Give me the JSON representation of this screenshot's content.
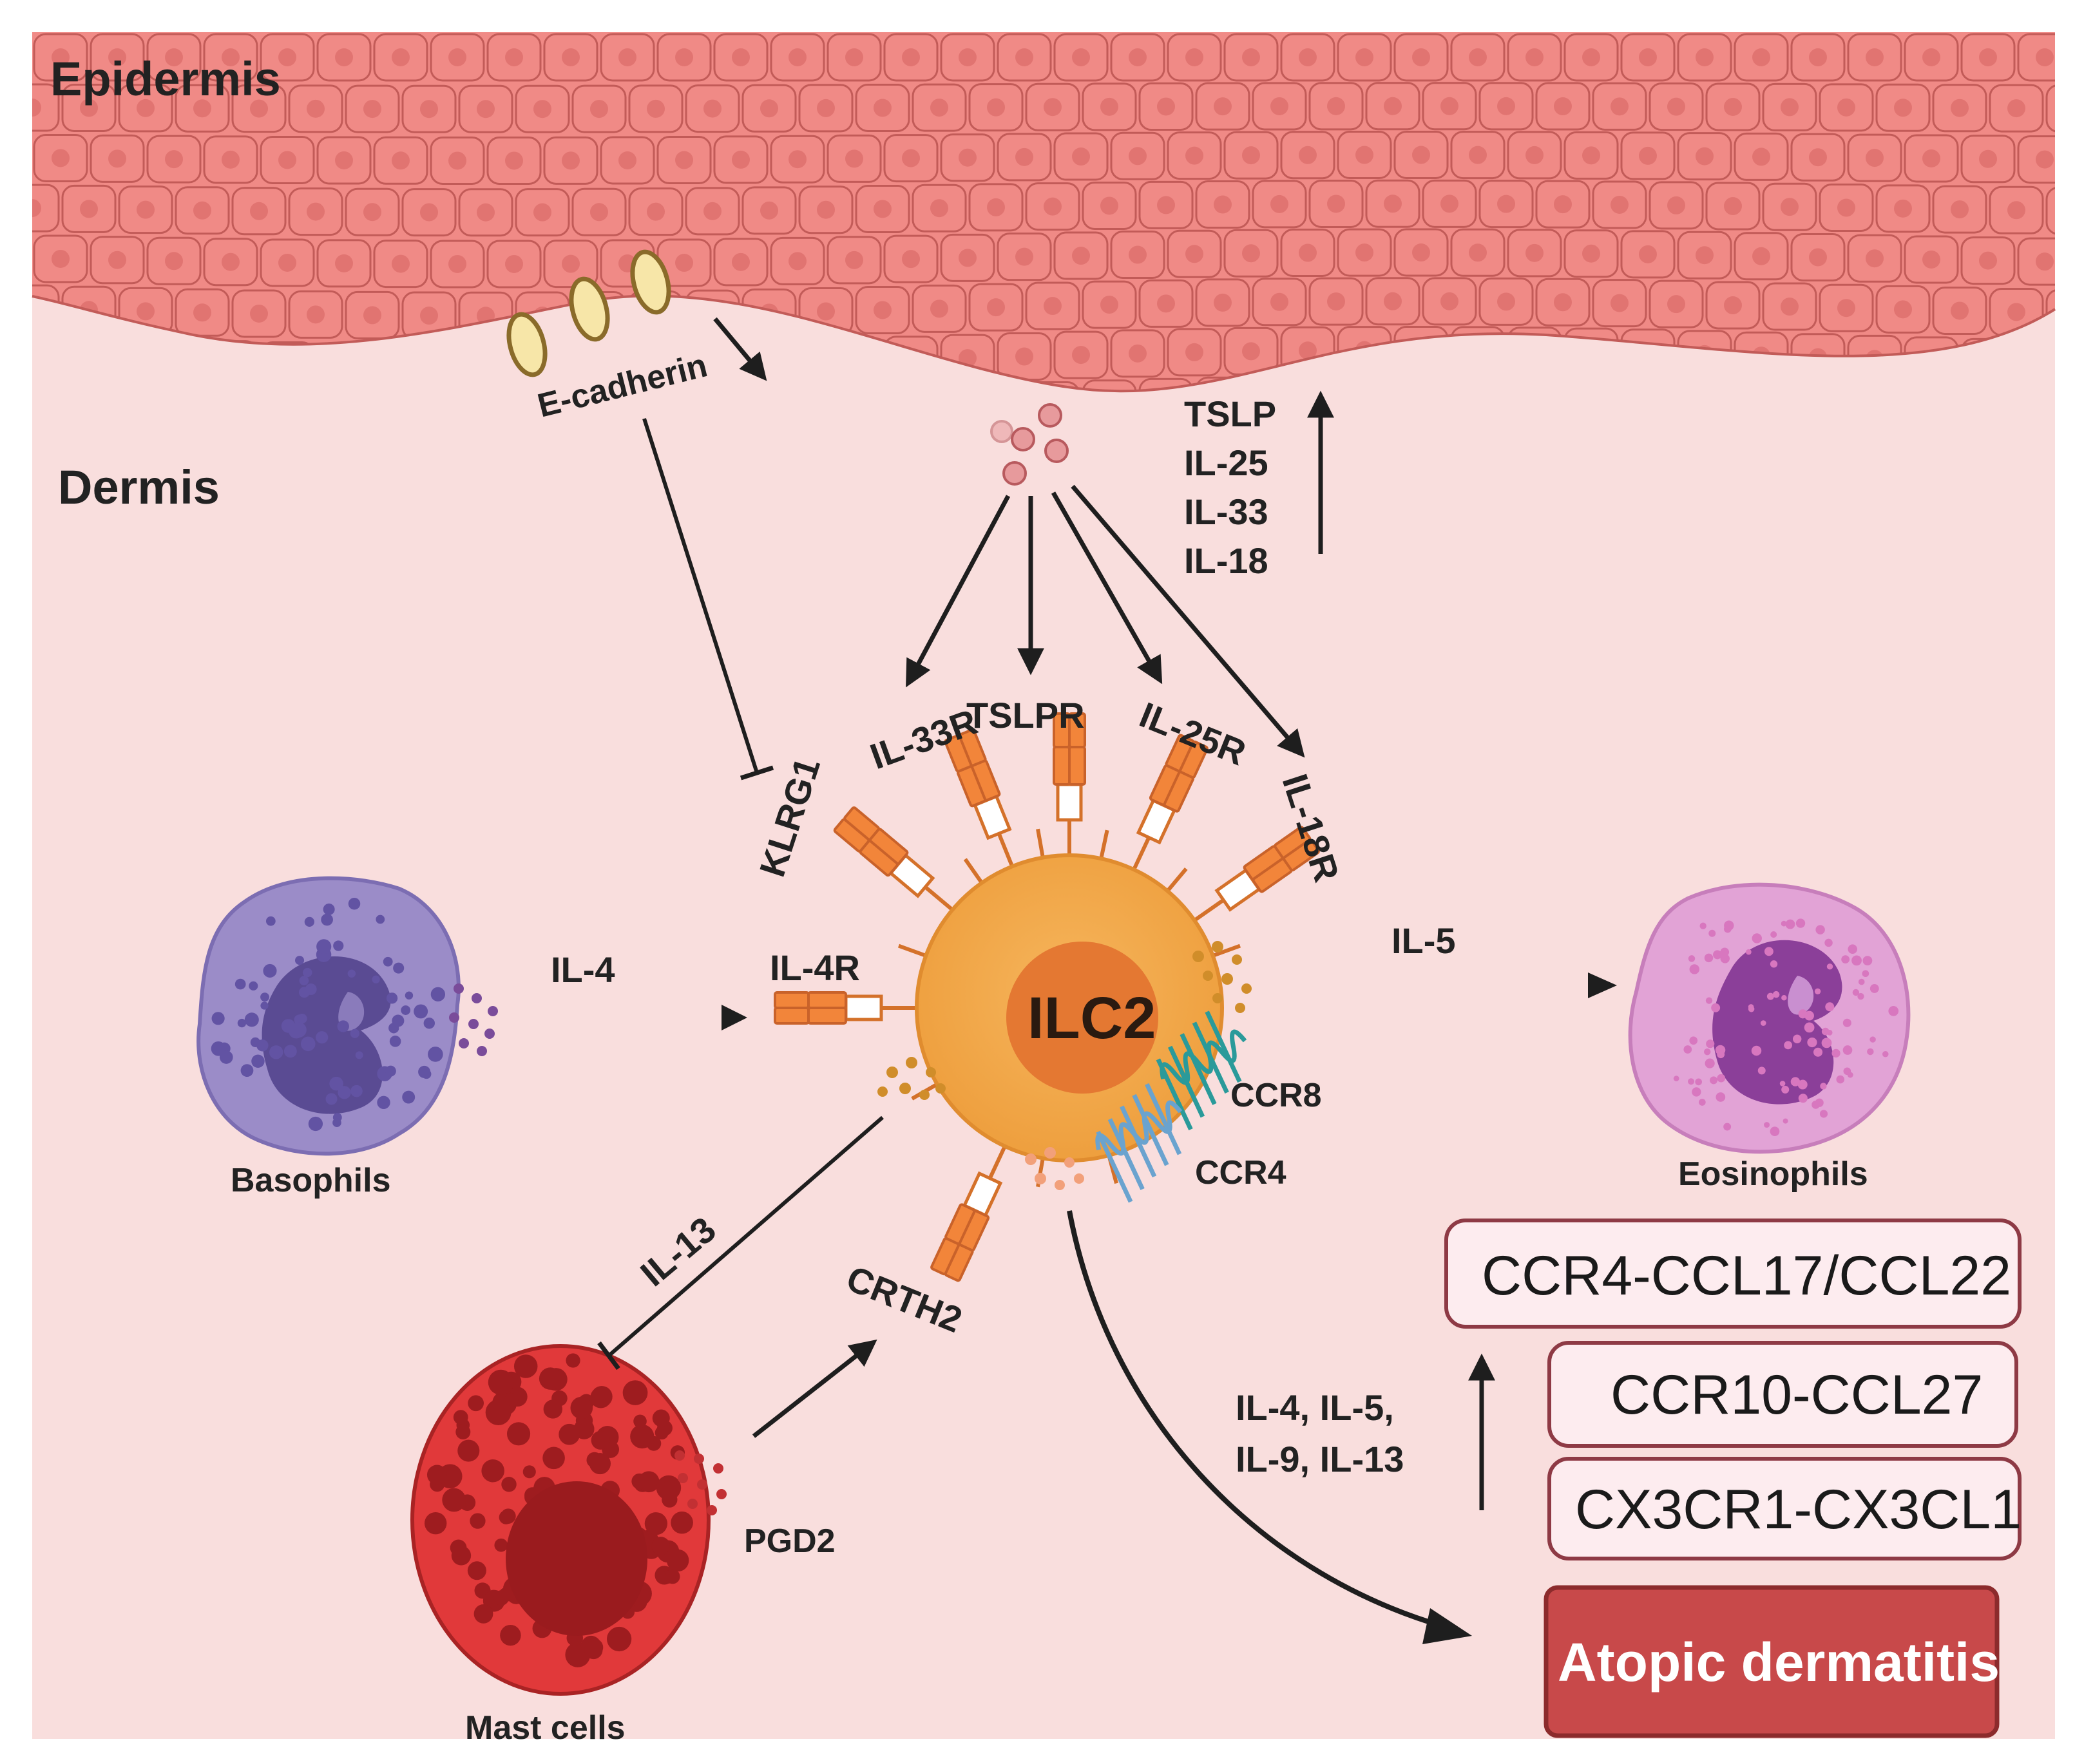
{
  "regions": {
    "epidermis": "Epidermis",
    "dermis": "Dermis"
  },
  "labels": {
    "e_cadherin": "E-cadherin",
    "ilc2": "ILC2",
    "basophils": "Basophils",
    "eosinophils": "Eosinophils",
    "mast_cells": "Mast cells"
  },
  "receptors": {
    "klrg1": "KLRG1",
    "il33r": "IL-33R",
    "tslpr": "TSLPR",
    "il25r": "IL-25R",
    "il18r": "IL-18R",
    "il4r": "IL-4R",
    "crth2": "CRTH2",
    "ccr8": "CCR8",
    "ccr4": "CCR4"
  },
  "cytokines": {
    "epithelial": [
      "TSLP",
      "IL-25",
      "IL-33",
      "IL-18"
    ],
    "il4": "IL-4",
    "il5": "IL-5",
    "il13": "IL-13",
    "pgd2": "PGD2",
    "effector_line1": "IL-4,  IL-5,",
    "effector_line2": "IL-9,  IL-13"
  },
  "chemokine_axes": [
    "CCR4-CCL17/CCL22",
    "CCR10-CCL27",
    "CX3CR1-CX3CL1"
  ],
  "outcome": "Atopic dermatitis",
  "colors": {
    "epidermis_fill": "#f08a86",
    "epidermis_cell_border": "#c25b58",
    "dermis_bg": "#f9dedd",
    "ilc2_outer": "#f2a545",
    "ilc2_nucleus": "#e47832",
    "receptor": "#f2853a",
    "basophil": "#9b8cc8",
    "eosinophil": "#e2a3d6",
    "mast_cell": "#d9302f",
    "box_border": "#8e3a45",
    "box_fill": "#fdecef",
    "outcome_fill": "#c8494a"
  }
}
